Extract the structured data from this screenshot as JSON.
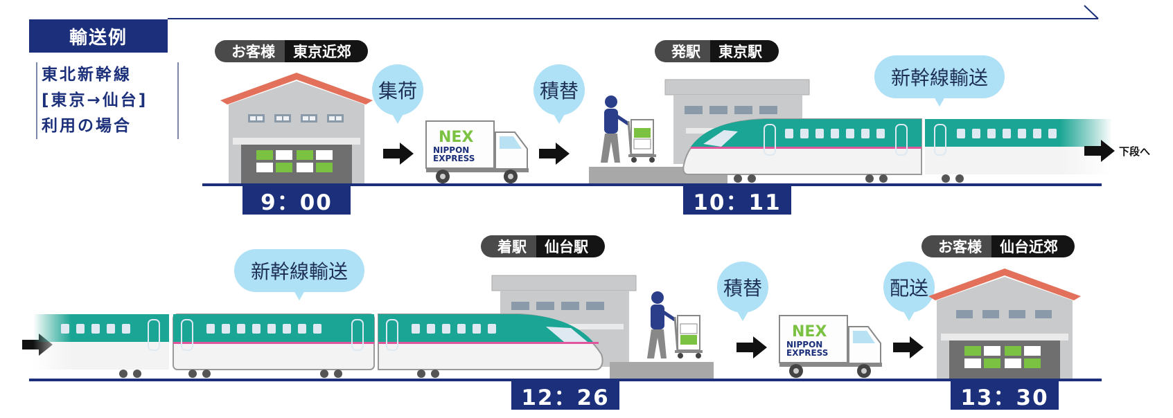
{
  "header": {
    "title": "輸送例",
    "route_lines": [
      "東北新幹線",
      "[東京→仙台]",
      "利用の場合"
    ]
  },
  "top_row": {
    "customer_tag": {
      "label": "お客様",
      "value": "東京近郊"
    },
    "departure_tag": {
      "label": "発駅",
      "value": "東京駅"
    },
    "bubble_pickup": "集荷",
    "bubble_transfer": "積替",
    "bubble_shinkansen": "新幹線輸送",
    "time_pickup": "9：00",
    "time_departure": "10：11",
    "continue_label": "下段へ"
  },
  "bottom_row": {
    "arrival_tag": {
      "label": "着駅",
      "value": "仙台駅"
    },
    "customer_tag": {
      "label": "お客様",
      "value": "仙台近郊"
    },
    "bubble_shinkansen": "新幹線輸送",
    "bubble_transfer": "積替",
    "bubble_delivery": "配送",
    "time_arrival": "12：26",
    "time_delivery": "13：30"
  },
  "truck": {
    "logo_mark": "NEX",
    "brand_line1": "NIPPON",
    "brand_line2": "EXPRESS"
  },
  "colors": {
    "navy": "#1b2f7a",
    "bubble": "#aee0f6",
    "roof": "#e2705a",
    "train": "#1aa594",
    "cargo_green": "#7cc242"
  }
}
